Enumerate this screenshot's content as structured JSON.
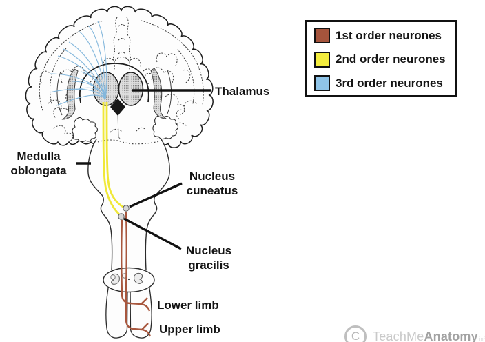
{
  "labels": {
    "thalamus": "Thalamus",
    "medulla_line1": "Medulla",
    "medulla_line2": "oblongata",
    "cuneatus_line1": "Nucleus",
    "cuneatus_line2": "cuneatus",
    "gracilis_line1": "Nucleus",
    "gracilis_line2": "gracilis",
    "lower_limb": "Lower limb",
    "upper_limb": "Upper limb"
  },
  "legend": {
    "items": [
      {
        "label": "1st order neurones",
        "color": "#a5543c"
      },
      {
        "label": "2nd order neurones",
        "color": "#f4ed3e"
      },
      {
        "label": "3rd order neurones",
        "color": "#8fc4e8"
      }
    ]
  },
  "colors": {
    "first_order": "#a8573e",
    "second_order": "#f0e838",
    "third_order": "#83b7dc"
  },
  "watermark": {
    "c": "C",
    "brand_light": "TeachMe",
    "brand_bold": "Anatomy",
    "suffix": "info"
  }
}
